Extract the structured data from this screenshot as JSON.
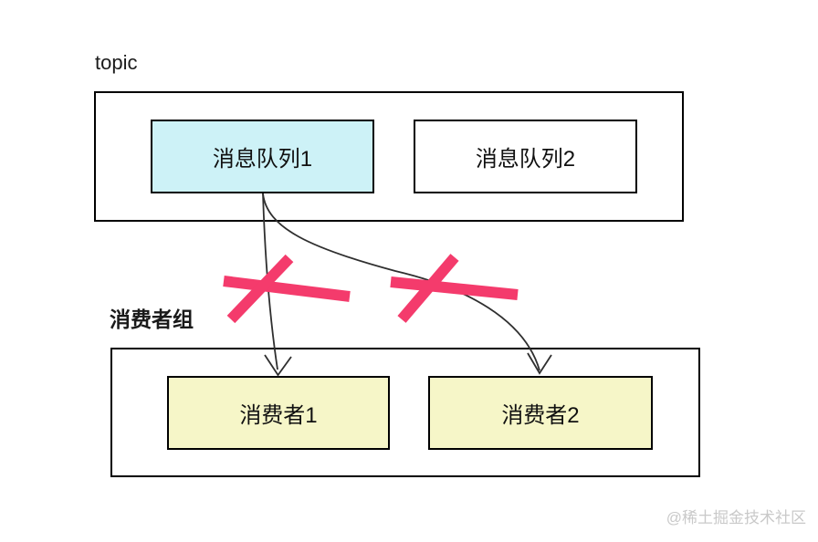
{
  "diagram": {
    "topic": {
      "label": "topic",
      "queues": [
        {
          "label": "消息队列1",
          "fill": "#cdf2f7"
        },
        {
          "label": "消息队列2",
          "fill": "#ffffff"
        }
      ]
    },
    "consumer_group": {
      "label": "消费者组",
      "consumers": [
        {
          "label": "消费者1",
          "fill": "#f6f6c8"
        },
        {
          "label": "消费者2",
          "fill": "#f6f6c8"
        }
      ]
    },
    "connections": [
      {
        "from": "消息队列1",
        "to": "消费者1",
        "status": "crossed-out"
      },
      {
        "from": "消息队列1",
        "to": "消费者2",
        "status": "crossed-out"
      }
    ],
    "colors": {
      "border": "#000000",
      "arrow": "#2f2f2f",
      "cross": "#f43b6c",
      "queue1_fill": "#cdf2f7",
      "consumer_fill": "#f6f6c8",
      "watermark": "#c9c9c9"
    },
    "watermark": "@稀土掘金技术社区"
  }
}
